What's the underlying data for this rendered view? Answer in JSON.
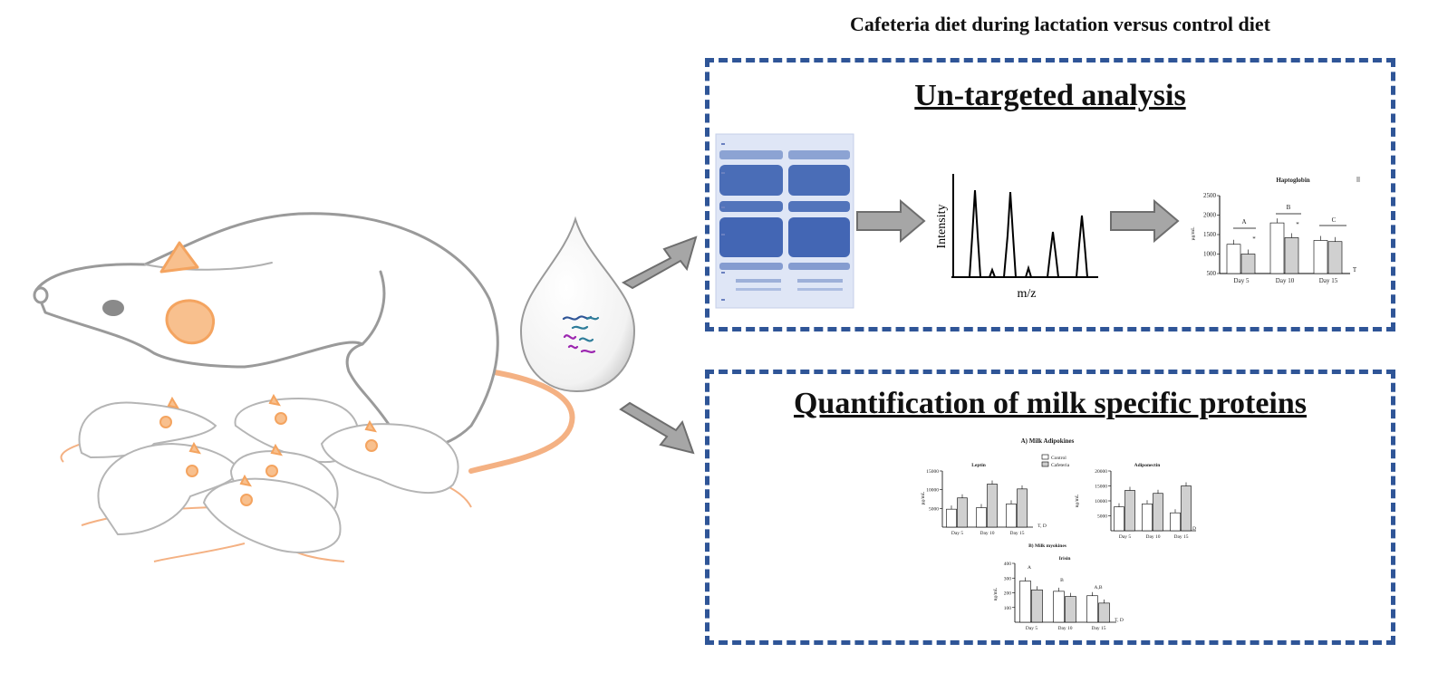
{
  "header": {
    "title": "Cafeteria diet during lactation versus control diet"
  },
  "untargeted": {
    "title": "Un-targeted analysis",
    "spectrum": {
      "ylabel": "Intensity",
      "xlabel": "m/z"
    },
    "haptoglobin_chart": {
      "title": "Haptoglobin",
      "ylabel": "µg/mL",
      "yticks": [
        "2500",
        "2000",
        "1500",
        "1000",
        "500"
      ],
      "categories": [
        "Day 5",
        "Day 10",
        "Day 15"
      ],
      "group_letters": [
        "A",
        "B",
        "C"
      ],
      "star": "*",
      "effect": "T"
    }
  },
  "quantification": {
    "title": "Quantification of milk specific proteins",
    "section_a": "A) Milk Adipokines",
    "section_b": "B) Milk myokines",
    "legend": [
      "Control",
      "Cafeteria"
    ],
    "leptin": {
      "title": "Leptin",
      "ylabel": "pg/mL",
      "yticks": [
        "15000",
        "10000",
        "5000"
      ],
      "categories": [
        "Day 5",
        "Day 10",
        "Day 15"
      ],
      "effect": "T, D"
    },
    "adiponectin": {
      "title": "Adiponectin",
      "ylabel": "ng/mL",
      "yticks": [
        "20000",
        "15000",
        "10000",
        "5000"
      ],
      "categories": [
        "Day 5",
        "Day 10",
        "Day 15"
      ],
      "effect": "D"
    },
    "irisin": {
      "title": "Irisin",
      "ylabel": "ng/mL",
      "yticks": [
        "400",
        "300",
        "200",
        "100"
      ],
      "categories": [
        "Day 5",
        "Day 10",
        "Day 15"
      ],
      "group_letters": [
        "A",
        "B",
        "A,B"
      ],
      "effect": "T, D"
    }
  },
  "chart_data": [
    {
      "type": "bar",
      "title": "Haptoglobin",
      "ylabel": "µg/mL",
      "categories": [
        "Day 5",
        "Day 10",
        "Day 15"
      ],
      "ylim": [
        500,
        2500
      ],
      "series": [
        {
          "values": [
            1250,
            1800,
            1350
          ]
        },
        {
          "values": [
            1000,
            1420,
            1320
          ]
        }
      ]
    },
    {
      "type": "bar",
      "title": "Leptin",
      "ylabel": "pg/mL",
      "categories": [
        "Day 5",
        "Day 10",
        "Day 15"
      ],
      "ylim": [
        0,
        15000
      ],
      "series": [
        {
          "name": "Control",
          "values": [
            4800,
            5200,
            6200
          ]
        },
        {
          "name": "Cafeteria",
          "values": [
            7800,
            11500,
            10200
          ]
        }
      ]
    },
    {
      "type": "bar",
      "title": "Adiponectin",
      "ylabel": "ng/mL",
      "categories": [
        "Day 5",
        "Day 10",
        "Day 15"
      ],
      "ylim": [
        0,
        20000
      ],
      "series": [
        {
          "name": "Control",
          "values": [
            8000,
            9000,
            6000
          ]
        },
        {
          "name": "Cafeteria",
          "values": [
            13500,
            12500,
            15000
          ]
        }
      ]
    },
    {
      "type": "bar",
      "title": "Irisin",
      "ylabel": "ng/mL",
      "categories": [
        "Day 5",
        "Day 10",
        "Day 15"
      ],
      "ylim": [
        0,
        400
      ],
      "series": [
        {
          "values": [
            280,
            210,
            180
          ]
        },
        {
          "values": [
            220,
            175,
            130
          ]
        }
      ]
    }
  ],
  "colors": {
    "box_border": "#2f5597",
    "ear_fill": "#f8c08e",
    "ear_stroke": "#f4a460",
    "rat_stroke": "#9a9a9a",
    "pup_stroke": "#b5b5b5",
    "arrow": "#a6a6a6",
    "gel": "#3a5fb0"
  }
}
